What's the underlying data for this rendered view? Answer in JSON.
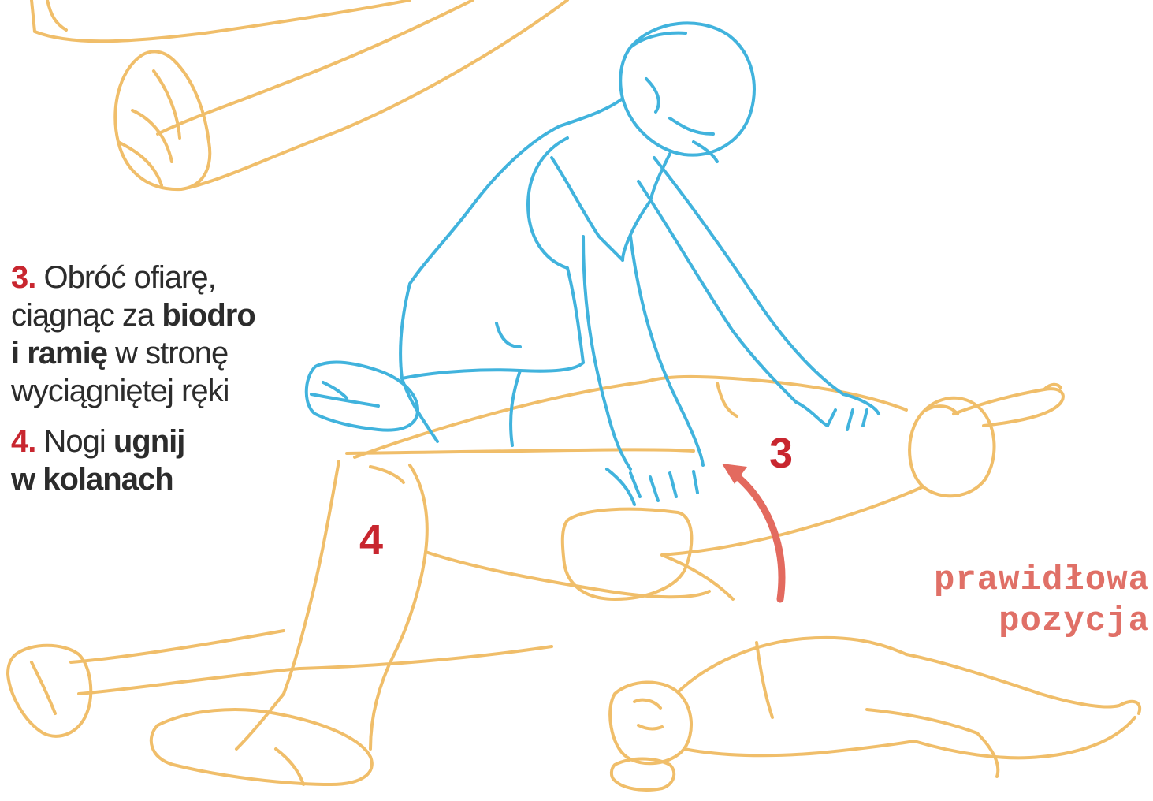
{
  "colors": {
    "outline": "#f0be6a",
    "rescuer_outline": "#41b3dd",
    "step_number": "#c8262f",
    "arrow": "#e36a5f",
    "result_label": "#e07067",
    "text": "#2c2c2c",
    "background": "#ffffff"
  },
  "steps": [
    {
      "number": "3.",
      "parts": [
        "Obróć ofiarę,",
        "ciągnąc za ",
        "biodro",
        "i ramię",
        " w stronę",
        "wyciągniętej ręki"
      ]
    },
    {
      "number": "4.",
      "parts": [
        "Nogi ",
        "ugnij",
        "w kolanach"
      ]
    }
  ],
  "markers": {
    "step3": "3",
    "step4": "4"
  },
  "result_label": {
    "line1": "prawidłowa",
    "line2": "pozycja"
  },
  "icons": {
    "rotation_arrow": "curved-arrow-icon"
  }
}
